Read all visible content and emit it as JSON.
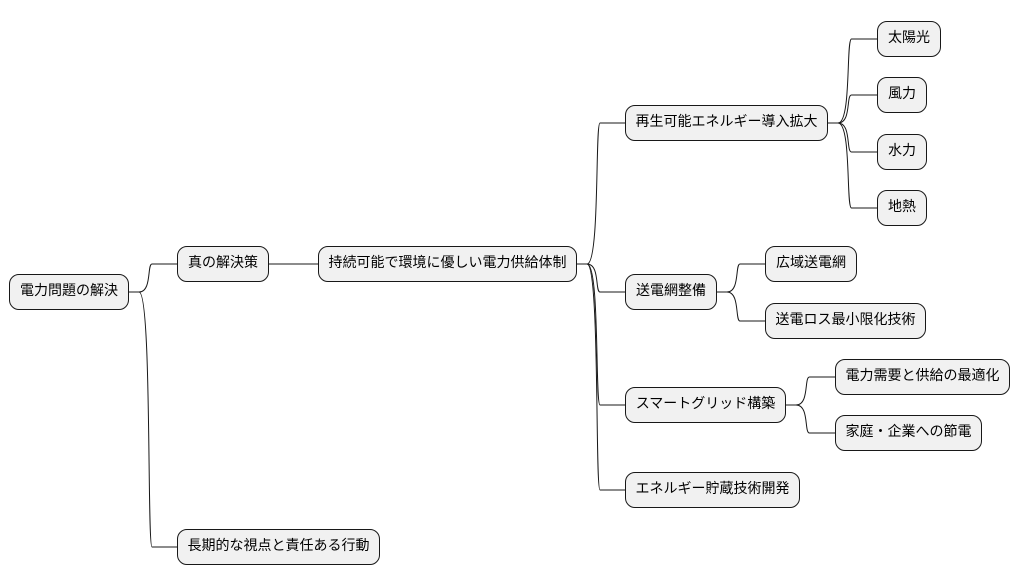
{
  "colors": {
    "node_fill": "#f1f1f1",
    "node_border": "#181818",
    "link": "#181818"
  },
  "mindmap": {
    "root": "電力問題の解決",
    "true_solution": "真の解決策",
    "sustainable_system": "持続可能で環境に優しい電力供給体制",
    "renewable": {
      "label": "再生可能エネルギー導入拡大",
      "children": [
        "太陽光",
        "風力",
        "水力",
        "地熱"
      ]
    },
    "grid": {
      "label": "送電網整備",
      "children": [
        "広域送電網",
        "送電ロス最小限化技術"
      ]
    },
    "smart_grid": {
      "label": "スマートグリッド構築",
      "children": [
        "電力需要と供給の最適化",
        "家庭・企業への節電"
      ]
    },
    "storage": "エネルギー貯蔵技術開発",
    "long_term": "長期的な視点と責任ある行動"
  }
}
